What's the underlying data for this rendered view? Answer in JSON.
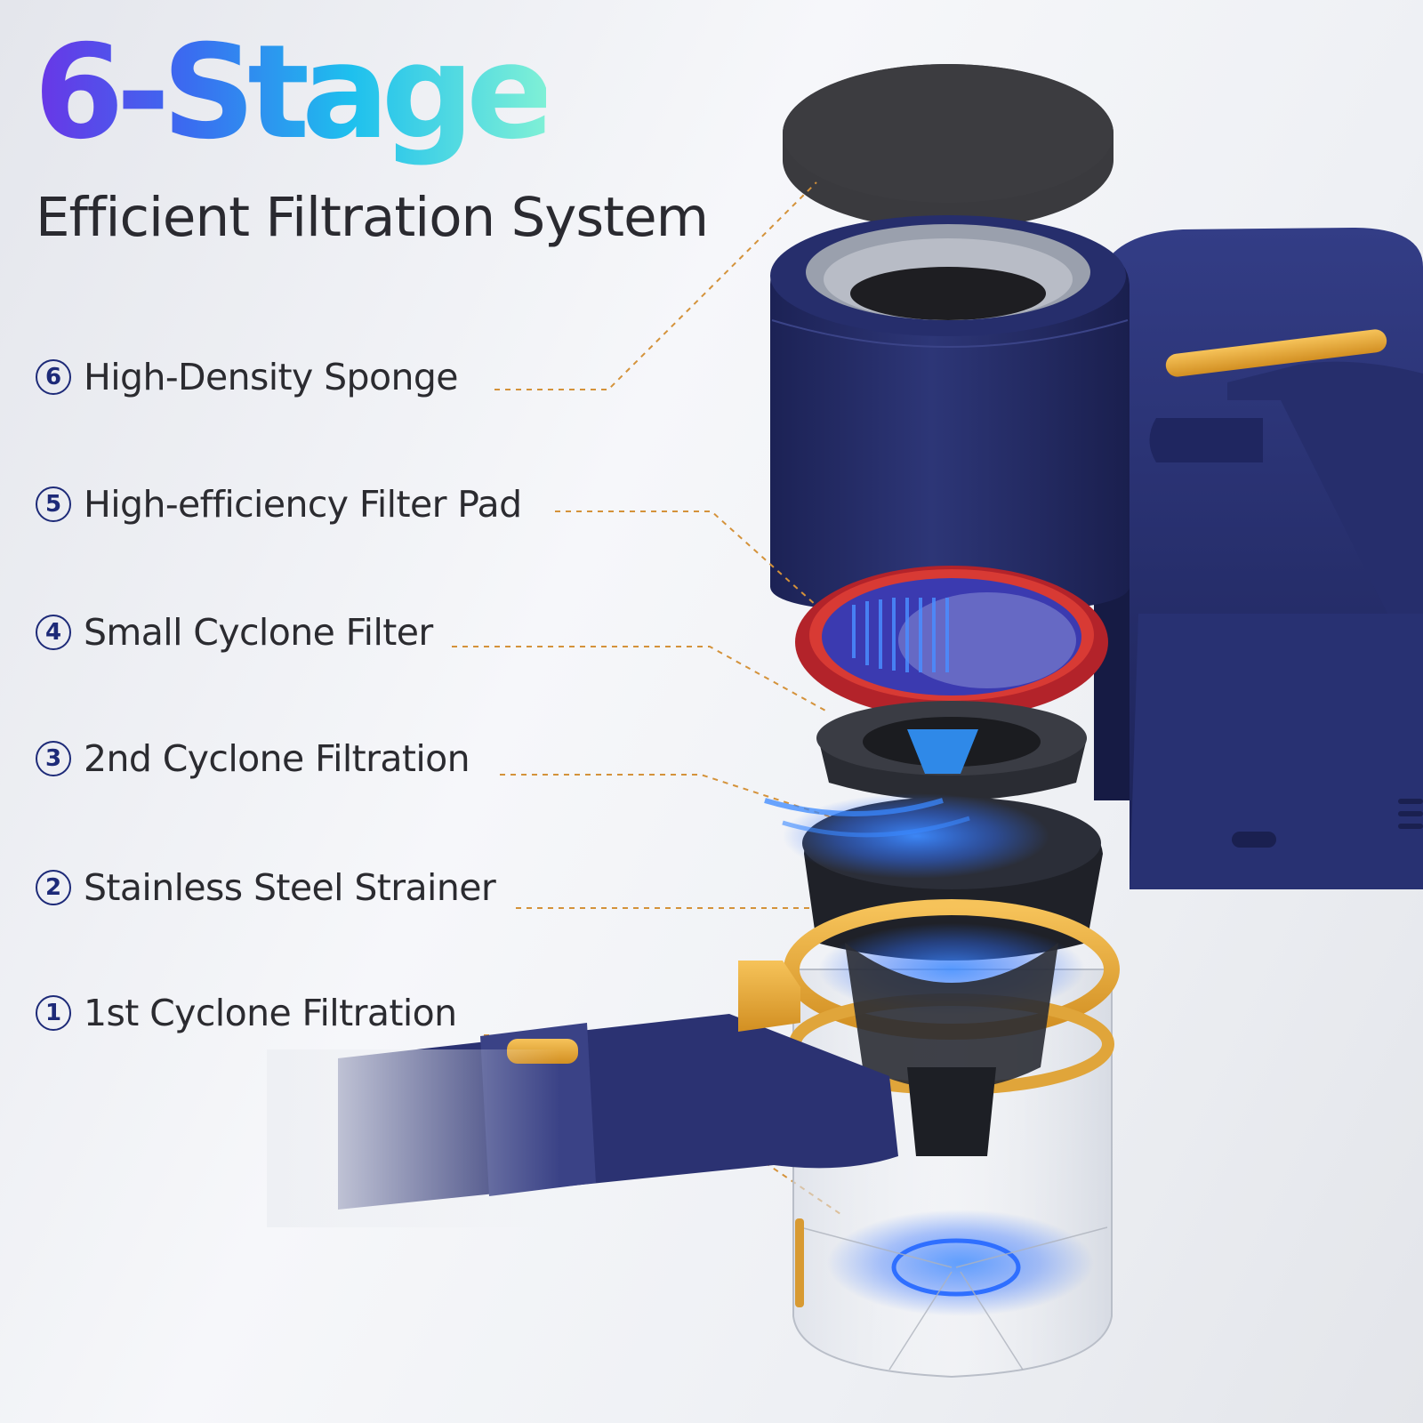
{
  "headline": "6-Stage",
  "subheadline": "Efficient Filtration System",
  "stages": [
    {
      "number": "6",
      "label": "High-Density Sponge"
    },
    {
      "number": "5",
      "label": "High-efficiency Filter Pad"
    },
    {
      "number": "4",
      "label": "Small Cyclone Filter"
    },
    {
      "number": "3",
      "label": "2nd Cyclone Filtration"
    },
    {
      "number": "2",
      "label": "Stainless Steel Strainer"
    },
    {
      "number": "1",
      "label": "1st Cyclone Filtration"
    }
  ],
  "colors": {
    "headline_gradient": [
      "#6a35e6",
      "#3a6cf0",
      "#1ec0ee",
      "#7ff0d6"
    ],
    "body_navy": "#242b64",
    "accent_gold": "#e8a93a",
    "filter_ring_red": "#c92a2a",
    "leader_line": "#d4923a",
    "airflow_blue": "#2f7fff"
  },
  "icons": [
    "vacuum-cleaner-illustration",
    "sponge-disc",
    "filter-pad-ring",
    "cyclone-filter",
    "dust-cup"
  ]
}
